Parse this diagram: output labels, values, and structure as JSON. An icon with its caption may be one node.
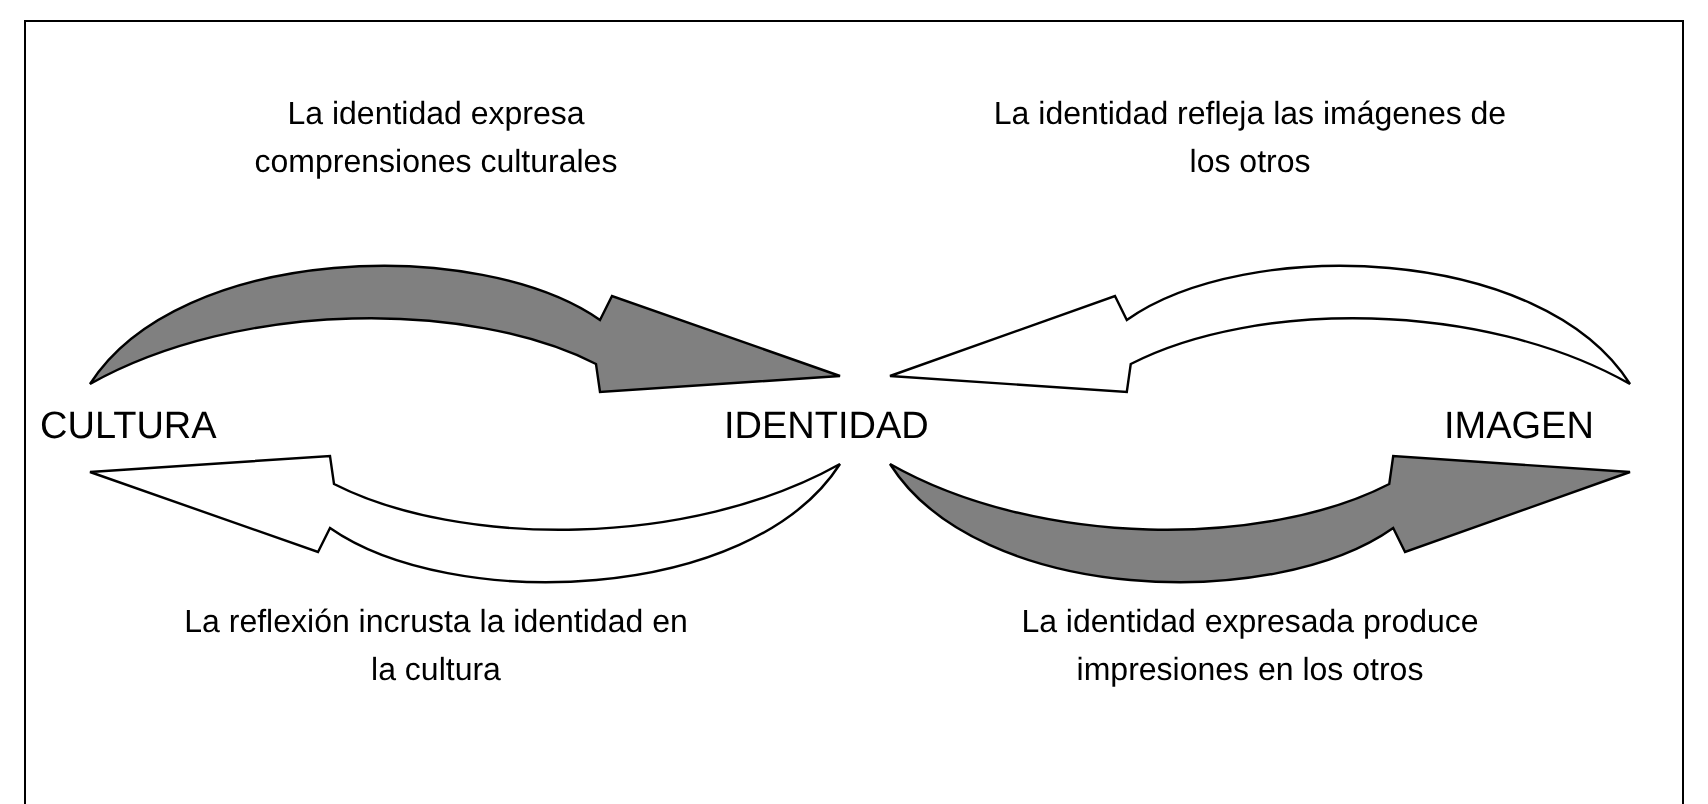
{
  "diagram": {
    "nodes": [
      {
        "text": [
          "CULTURA"
        ]
      },
      {
        "text": [
          "IDENTIDAD"
        ]
      },
      {
        "text": [
          "IMAGEN"
        ]
      }
    ],
    "edges": [
      {
        "from": 0,
        "to": 1,
        "arrow": "to",
        "label": "La identidad expresa comprensiones culturales",
        "color": "#808080"
      },
      {
        "from": 2,
        "to": 1,
        "arrow": "to",
        "label": "La identidad refleja las imágenes de los otros"
      },
      {
        "from": 1,
        "to": 0,
        "arrow": "to",
        "label": "La reflexión incrusta la identidad en la cultura"
      },
      {
        "from": 1,
        "to": 2,
        "arrow": "to",
        "label": "La identidad expresada produce impresiones en los otros",
        "color": "#808080"
      }
    ]
  }
}
